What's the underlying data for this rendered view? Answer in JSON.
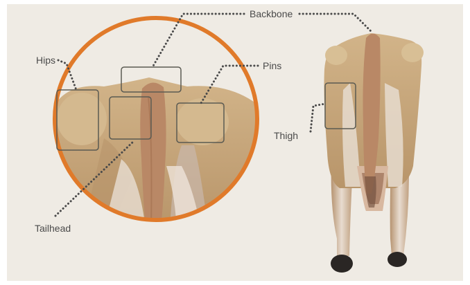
{
  "labels": {
    "backbone": "Backbone",
    "hips": "Hips",
    "pins": "Pins",
    "thigh": "Thigh",
    "tailhead": "Tailhead"
  },
  "colors": {
    "background": "#efebe4",
    "ring": "#e07a2a",
    "hide": "#c9a77d",
    "hide_shadow": "#a98459",
    "tail": "#b98866",
    "skin": "#d8b8a0",
    "hoof": "#2a2624",
    "leader": "#4a4a4a",
    "box": "#5a5a52"
  }
}
